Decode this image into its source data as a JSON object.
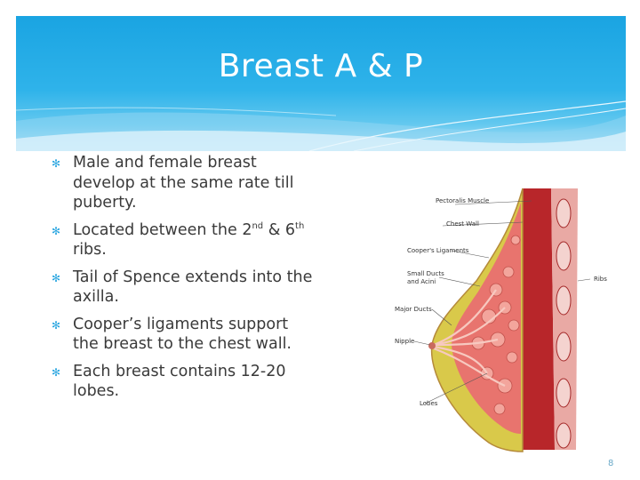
{
  "slide": {
    "title": "Breast A & P",
    "bullet_marker": "✻",
    "bullets": [
      {
        "text": "Male and female breast develop at the same rate till puberty."
      },
      {
        "pre": "Located between the 2",
        "sup1": "nd",
        "mid": " & 6",
        "sup2": "th",
        "post": " ribs."
      },
      {
        "text": "Tail of Spence extends into the axilla."
      },
      {
        "text": "Cooper’s ligaments support the breast to the chest wall."
      },
      {
        "text": "Each breast contains 12-20 lobes."
      }
    ],
    "page_number": "8"
  },
  "figure": {
    "labels": {
      "pectoralis": "Pectoralis Muscle",
      "chest_wall": "Chest Wall",
      "coopers": "Cooper's Ligaments",
      "small_ducts_1": "Small Ducts",
      "small_ducts_2": "and Acini",
      "ribs": "Ribs",
      "major_ducts": "Major Ducts",
      "nipple": "Nipple",
      "lobes": "Lobes"
    }
  },
  "theme": {
    "accent": "#2ba6e0",
    "header": "#1aa4e2",
    "tissue": "#e8746e",
    "fat": "#d9c94a"
  }
}
